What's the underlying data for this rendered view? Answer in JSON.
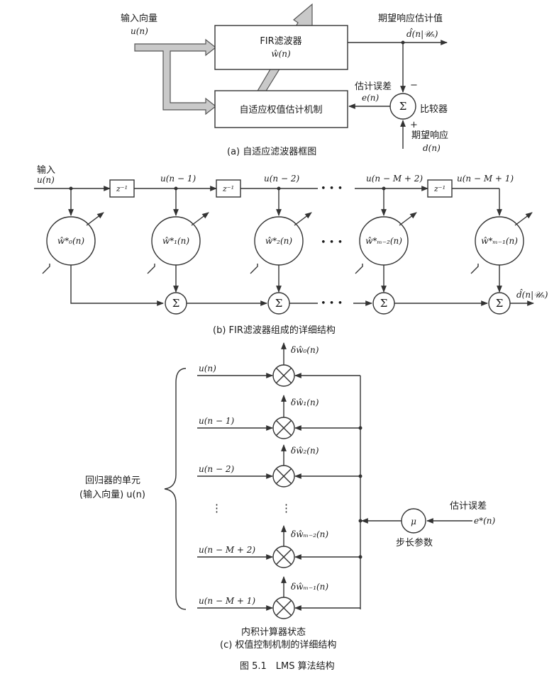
{
  "panel_a": {
    "input_label": "输入向量",
    "input_var": "u(n)",
    "fir_title": "FIR滤波器",
    "fir_var": "ŵ(n)",
    "adapt_title": "自适应权值估计机制",
    "output_label": "期望响应估计值",
    "output_var": "d̂(n|𝒰ₙ)",
    "error_label": "估计误差",
    "error_var": "e(n)",
    "minus": "−",
    "plus": "+",
    "sum_symbol": "Σ",
    "comparator_label": "比较器",
    "desired_label": "期望响应",
    "desired_var": "d(n)",
    "caption": "(a) 自适应滤波器框图"
  },
  "panel_b": {
    "input_label": "输入",
    "input_var": "u(n)",
    "delay_label": "z⁻¹",
    "taps": [
      "u(n − 1)",
      "u(n − 2)",
      "u(n − M + 2)",
      "u(n − M + 1)"
    ],
    "weights": [
      "ŵ*₀(n)",
      "ŵ*₁(n)",
      "ŵ*₂(n)",
      "ŵ*ₘ₋₂(n)",
      "ŵ*ₘ₋₁(n)"
    ],
    "ellipsis": "• • •",
    "sum_symbol": "Σ",
    "output_var": "d̂(n|𝒰ₙ)",
    "caption": "(b) FIR滤波器组成的详细结构"
  },
  "panel_c": {
    "inputs": [
      "u(n)",
      "u(n − 1)",
      "u(n − 2)",
      "u(n − M + 2)",
      "u(n − M + 1)"
    ],
    "deltas": [
      "δŵ₀(n)",
      "δŵ₁(n)",
      "δŵ₂(n)",
      "δŵₘ₋₂(n)",
      "δŵₘ₋₁(n)"
    ],
    "regressor_line1": "回归器的单元",
    "regressor_line2": "(输入向量) u(n)",
    "mu_symbol": "μ",
    "step_label": "步长参数",
    "error_label": "估计误差",
    "error_var": "e*(n)",
    "vdots": "⋮",
    "inner_product_label": "内积计算器状态",
    "caption": "(c) 权值控制机制的详细结构"
  },
  "figure_caption": "图 5.1　LMS 算法结构"
}
